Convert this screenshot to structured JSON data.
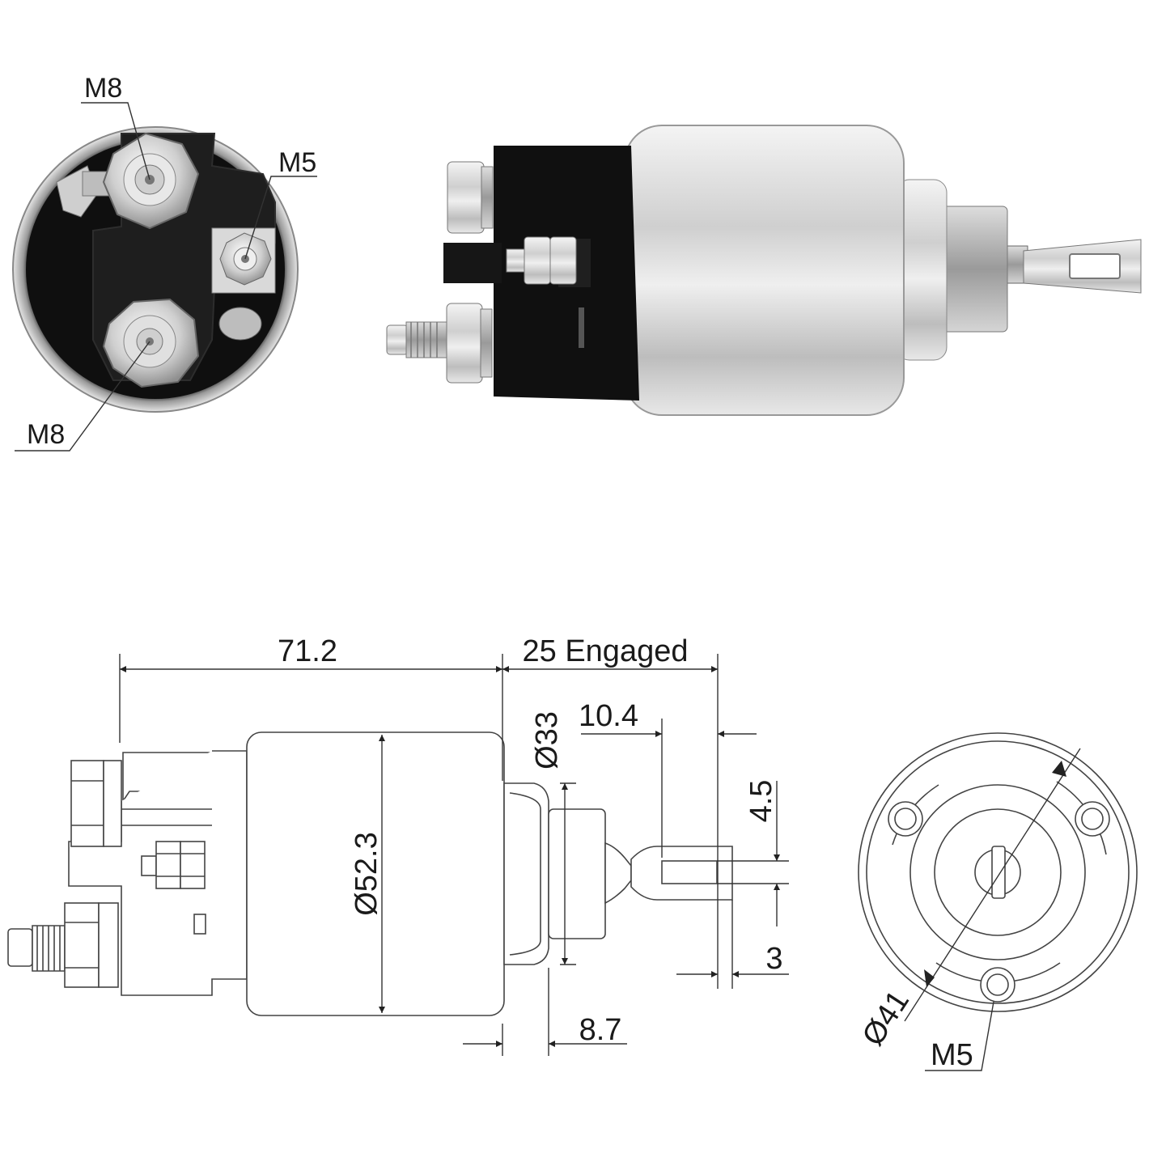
{
  "photo_labels": {
    "top_terminal": "M8",
    "small_terminal": "M5",
    "bottom_terminal": "M8"
  },
  "dimensions": {
    "overall_length": "71.2",
    "engaged_travel": "25 Engaged",
    "plunger_diameter": "Ø33",
    "body_diameter": "Ø52.3",
    "flange_offset": "8.7",
    "tab_length": "10.4",
    "slot_width": "4.5",
    "tab_thickness": "3",
    "bolt_circle_diameter": "Ø41",
    "mount_thread": "M5"
  },
  "colors": {
    "line": "#333333",
    "black_cap": "#111111",
    "silver": "#d8d8d8"
  }
}
